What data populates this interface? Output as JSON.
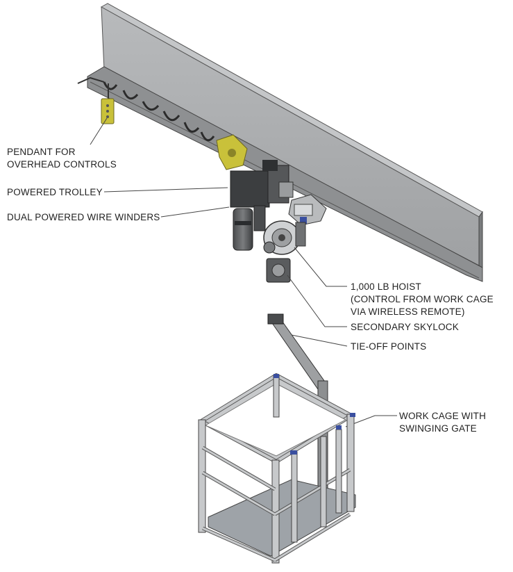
{
  "callouts": {
    "pendant": {
      "line1": "PENDANT FOR",
      "line2": "OVERHEAD CONTROLS"
    },
    "trolley": {
      "line1": "POWERED TROLLEY"
    },
    "winders": {
      "line1": "DUAL POWERED WIRE WINDERS"
    },
    "hoist": {
      "line1": "1,000 LB HOIST",
      "line2": "(CONTROL FROM WORK CAGE",
      "line3": "VIA WIRELESS REMOTE)"
    },
    "skylock": {
      "line1": "SECONDARY SKYLOCK"
    },
    "tieoff": {
      "line1": "TIE-OFF POINTS"
    },
    "cage": {
      "line1": "WORK CAGE WITH",
      "line2": "SWINGING GATE"
    }
  },
  "colors": {
    "beam": "#a9abad",
    "beam_dark": "#6f7173",
    "steel": "#8d8f91",
    "pendant_yellow": "#c9c13a",
    "cage_frame": "#c7c9cb",
    "cage_floor": "#9ea3a8",
    "accent_blue": "#3a4fa0"
  }
}
